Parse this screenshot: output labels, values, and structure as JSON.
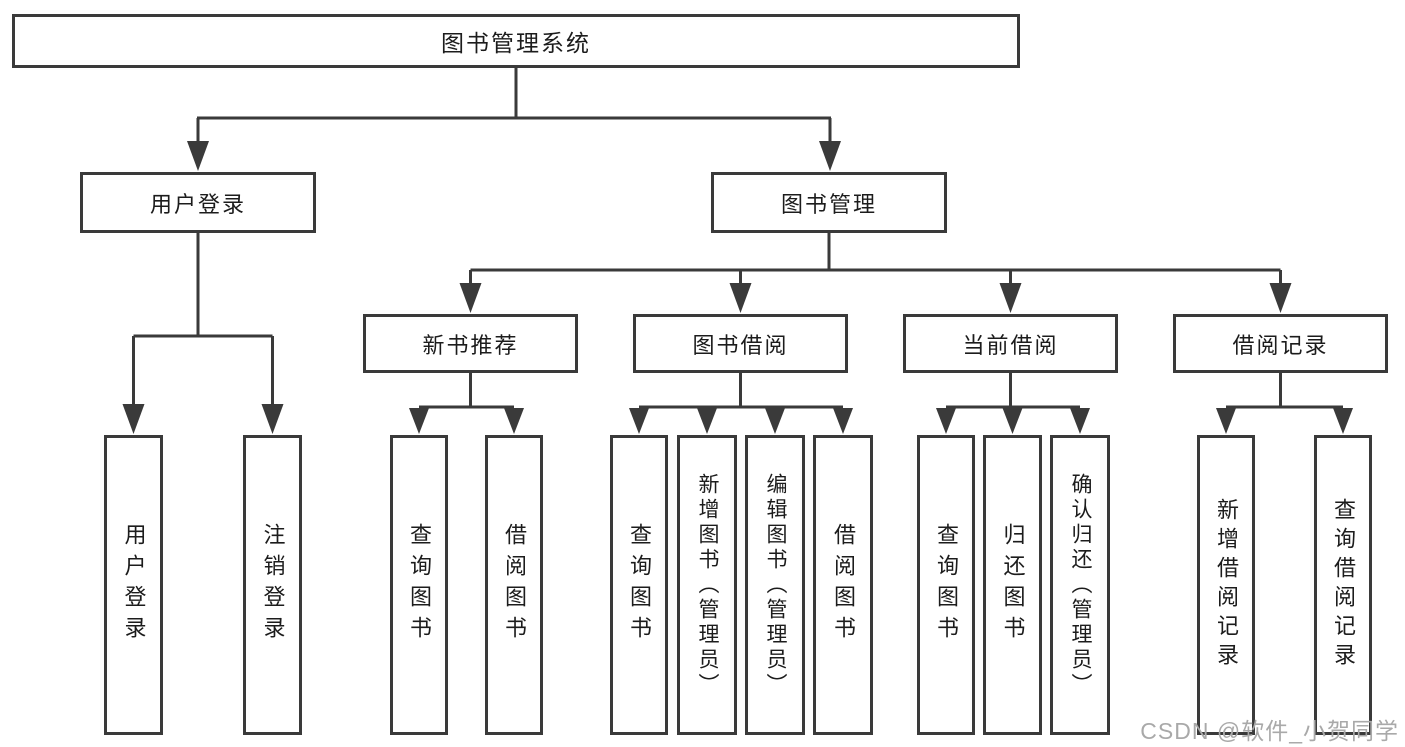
{
  "diagram": {
    "title": "图书管理系统",
    "tree": {
      "label": "图书管理系统",
      "children": [
        {
          "label": "用户登录",
          "children": [
            {
              "label": "用户登录"
            },
            {
              "label": "注销登录"
            }
          ]
        },
        {
          "label": "图书管理",
          "children": [
            {
              "label": "新书推荐",
              "children": [
                {
                  "label": "查询图书"
                },
                {
                  "label": "借阅图书"
                }
              ]
            },
            {
              "label": "图书借阅",
              "children": [
                {
                  "label": "查询图书"
                },
                {
                  "label": "新增图书（管理员）"
                },
                {
                  "label": "编辑图书（管理员）"
                },
                {
                  "label": "借阅图书"
                }
              ]
            },
            {
              "label": "当前借阅",
              "children": [
                {
                  "label": "查询图书"
                },
                {
                  "label": "归还图书"
                },
                {
                  "label": "确认归还（管理员）"
                }
              ]
            },
            {
              "label": "借阅记录",
              "children": [
                {
                  "label": "新增借阅记录"
                },
                {
                  "label": "查询借阅记录"
                }
              ]
            }
          ]
        }
      ]
    },
    "colors": {
      "line": "#3a3a3a",
      "text": "#1c1c1c",
      "background": "#ffffff",
      "watermark_text": "#a9a9a9"
    },
    "watermark": "CSDN @软件_小贺同学"
  }
}
